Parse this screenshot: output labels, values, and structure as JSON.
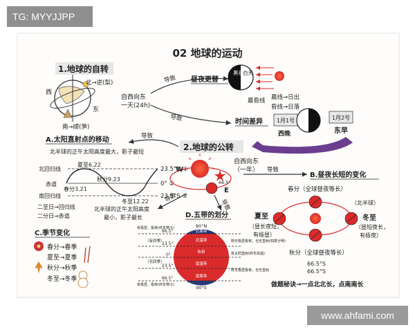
{
  "tag": "TG: MYYJJPP",
  "watermark": "www.ahfami.com",
  "title": "02 地球的运动",
  "s1": {
    "heading": "1.地球的自转",
    "north": "北→逆(梨)",
    "south": "南→顺(笋)",
    "west": "西",
    "east": "东",
    "dir1": "自西向东",
    "dir2": "一天(24h)",
    "lead1": "导致",
    "lead2": "导致",
    "daynight": "昼夜更替",
    "dark": "黑夜",
    "light": "白天",
    "terminator": "晨昏线",
    "dawn": "晨线→日出",
    "dusk": "昏线→日落",
    "timediff": "时间差异",
    "date1": "1月1号",
    "date2": "1月2号",
    "late": "西晚",
    "early": "东早"
  },
  "sA": {
    "heading": "A.太阳直射点的移动",
    "lead": "导致",
    "note1": "北半球的正午太阳高度最大，影子最短",
    "note2a": "北半球的正午太阳高度",
    "note2b": "最小，影子最长",
    "cancer": "北回归线",
    "equator": "赤道",
    "capricorn": "南回归线",
    "summer": "夏至6.22",
    "spring": "春分3.21",
    "autumn": "秋分9.23",
    "winter": "冬至12.22",
    "lat1": "23.5°N ①",
    "lat2": "0° ②",
    "lat3": "23.5°S ③",
    "rule1": "二至日→回归线",
    "rule2": "二分日→赤道"
  },
  "s2": {
    "heading": "2.地球的公转",
    "w": "W",
    "e": "E",
    "angle": "66.5°",
    "dir1": "自西向东",
    "dir2": "（一年）",
    "lead": "导致",
    "lead2": "导致",
    "lead3": "导致"
  },
  "sB": {
    "heading": "B.昼夜长短的变化",
    "spring": "春分（全球昼夜等长）",
    "autumn": "秋分（全球昼夜等长）",
    "nh": "（北半球）",
    "summer": "夏至",
    "summer_d1": "（昼长夜短，",
    "summer_d2": "有极昼）",
    "winter": "冬至",
    "winter_d1": "（昼短夜长，",
    "winter_d2": "有极夜）",
    "lat1": "66.5°S",
    "lat2": "66.5°S",
    "tip": "做题秘诀→一点北北长，点南南长"
  },
  "sC": {
    "heading": "C.季节变化",
    "s1": "春分→春季",
    "s2": "夏至→夏季",
    "s3": "秋分→秋季",
    "s4": "冬至→冬季"
  },
  "sD": {
    "heading": "D.五带的划分",
    "n90": "90°N",
    "s90": "90°S",
    "l1": "66.5°",
    "l2": "23.5°",
    "l3": "0°",
    "l4": "23.5°",
    "l5": "66.5°",
    "z1": "北寒带",
    "z2": "北温带",
    "z3": "热带",
    "z4": "南温带",
    "z5": "南寒带",
    "side_top": "（有四季）",
    "side_mid": "（无四季）",
    "r1": "有极昼、极夜(终年寒冷)",
    "r2": "既无极昼极夜，也无直射(四季分明)",
    "r3": "有太阳直射(终年高温)",
    "r4": "既无极昼极夜，也无直射",
    "r5": "有极昼、极夜(终年寒冷)"
  },
  "colors": {
    "accent": "#d92b2b",
    "heading_bg": "#e8e8e8",
    "purple": "#6b3d8f"
  }
}
